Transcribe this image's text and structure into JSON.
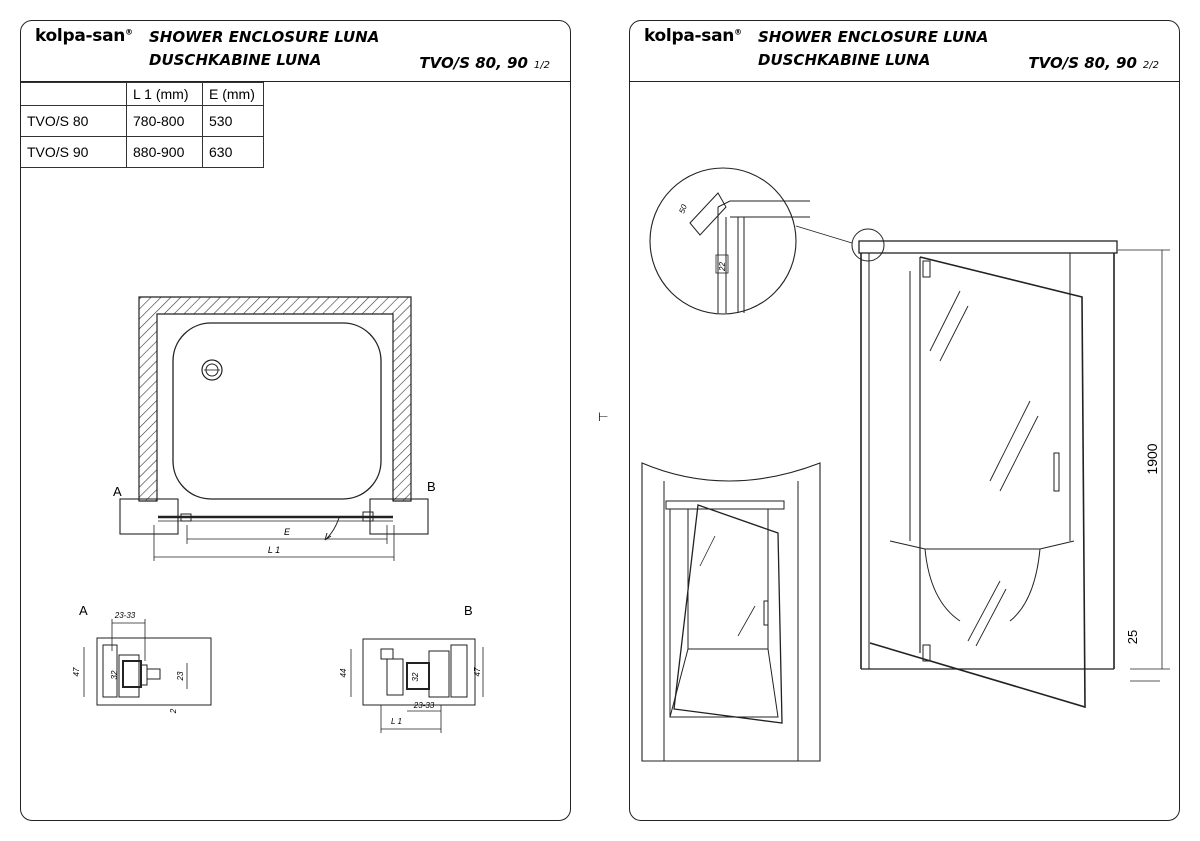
{
  "brand": "kolpa-san",
  "title_en": "SHOWER ENCLOSURE LUNA",
  "title_de": "DUSCHKABINE  LUNA",
  "model_code": "TVO/S 80, 90",
  "sheet1": {
    "page": "1/2"
  },
  "sheet2": {
    "page": "2/2"
  },
  "table": {
    "headers": [
      "",
      "L 1  (mm)",
      "E (mm)"
    ],
    "rows": [
      [
        "TVO/S 80",
        "780-800",
        "530"
      ],
      [
        "TVO/S 90",
        "880-900",
        "630"
      ]
    ]
  },
  "plan": {
    "label_a": "A",
    "label_b": "B",
    "dim_e": "E",
    "dim_l1": "L 1"
  },
  "detail_a": {
    "label": "A",
    "dims": {
      "top": "23-33",
      "height": "47",
      "inner": "32",
      "right": "23",
      "bottom": "2"
    }
  },
  "detail_b": {
    "label": "B",
    "dims": {
      "left": "44",
      "inner": "32",
      "right": "47",
      "bottom": "23-33",
      "l1": "L 1"
    }
  },
  "elevation": {
    "height_dim": "1900",
    "base_dim": "25",
    "zoom_dims": {
      "profile": "50",
      "gap": "22"
    }
  },
  "colors": {
    "line": "#222222",
    "paper": "#ffffff"
  }
}
